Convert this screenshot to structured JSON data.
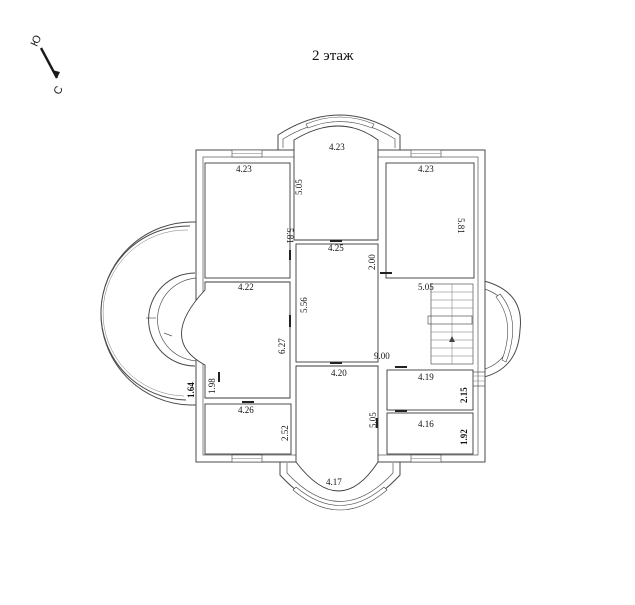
{
  "title": "2 этаж",
  "compass": {
    "north_label": "Ю",
    "south_label": "С"
  },
  "rooms": [
    {
      "id": "top-left",
      "width": "4.23",
      "height": "5.81"
    },
    {
      "id": "top-center",
      "width": "4.23",
      "height": "5.05"
    },
    {
      "id": "top-right",
      "width": "4.23",
      "height": "5.81"
    },
    {
      "id": "hall",
      "width": "4.25",
      "height": "2.00"
    },
    {
      "id": "left-large",
      "width": "4.22",
      "height": "6.27"
    },
    {
      "id": "bottom-left",
      "width": "4.26",
      "height": "2.52"
    },
    {
      "id": "bottom-center",
      "width": "4.20",
      "height": "5.05",
      "apse": "4.17"
    },
    {
      "id": "right-upper",
      "width": "4.19",
      "height": "2.15"
    },
    {
      "id": "right-lower",
      "width": "4.16",
      "height": "1.92"
    }
  ],
  "dimensions": {
    "corridor_length": "5.56",
    "stair_width": "5.05",
    "overall_width": "9.00",
    "left_bay": "1.98",
    "terrace_depth": "1.64"
  }
}
